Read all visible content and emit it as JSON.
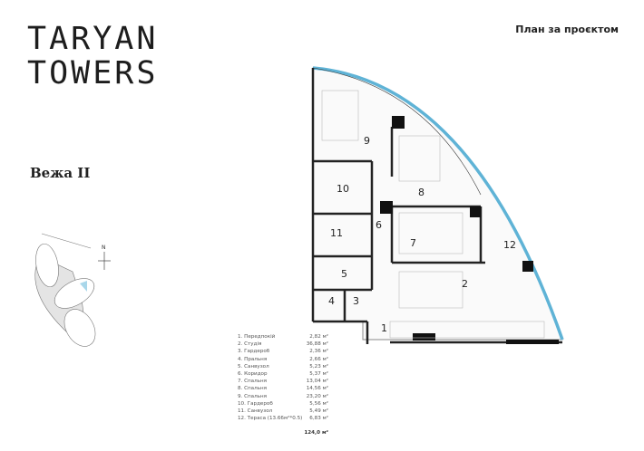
{
  "logo": {
    "line1": "TARYAN",
    "line2": "TOWERS"
  },
  "header": {
    "plan_title": "План за проєктом"
  },
  "tower": "Вежа II",
  "site_map": {
    "north_label": "N",
    "highlight_color": "#a9d7ea"
  },
  "rooms": [
    {
      "num": "1",
      "name": "1. Передпокій",
      "area": "2,82 м²"
    },
    {
      "num": "2",
      "name": "2. Студія",
      "area": "36,88 м²"
    },
    {
      "num": "3",
      "name": "3. Гардероб",
      "area": "2,36 м²"
    },
    {
      "num": "4",
      "name": "4. Пральня",
      "area": "2,66 м²"
    },
    {
      "num": "5",
      "name": "5. Санвузол",
      "area": "5,23 м²"
    },
    {
      "num": "6",
      "name": "6. Коридор",
      "area": "5,37 м²"
    },
    {
      "num": "7",
      "name": "7. Спальня",
      "area": "13,04 м²"
    },
    {
      "num": "8",
      "name": "8. Спальня",
      "area": "14,56 м²"
    },
    {
      "num": "9",
      "name": "9. Спальня",
      "area": "23,20 м²"
    },
    {
      "num": "10",
      "name": "10. Гардероб",
      "area": "5,56 м²"
    },
    {
      "num": "11",
      "name": "11. Санвузол",
      "area": "5,49 м²"
    },
    {
      "num": "12",
      "name": "12. Тераса (13.66м²*0.5)",
      "area": "6,83 м²"
    }
  ],
  "total": "124,0 м²",
  "colors": {
    "glazing": "#5fb3d6",
    "walls": "#111111"
  }
}
